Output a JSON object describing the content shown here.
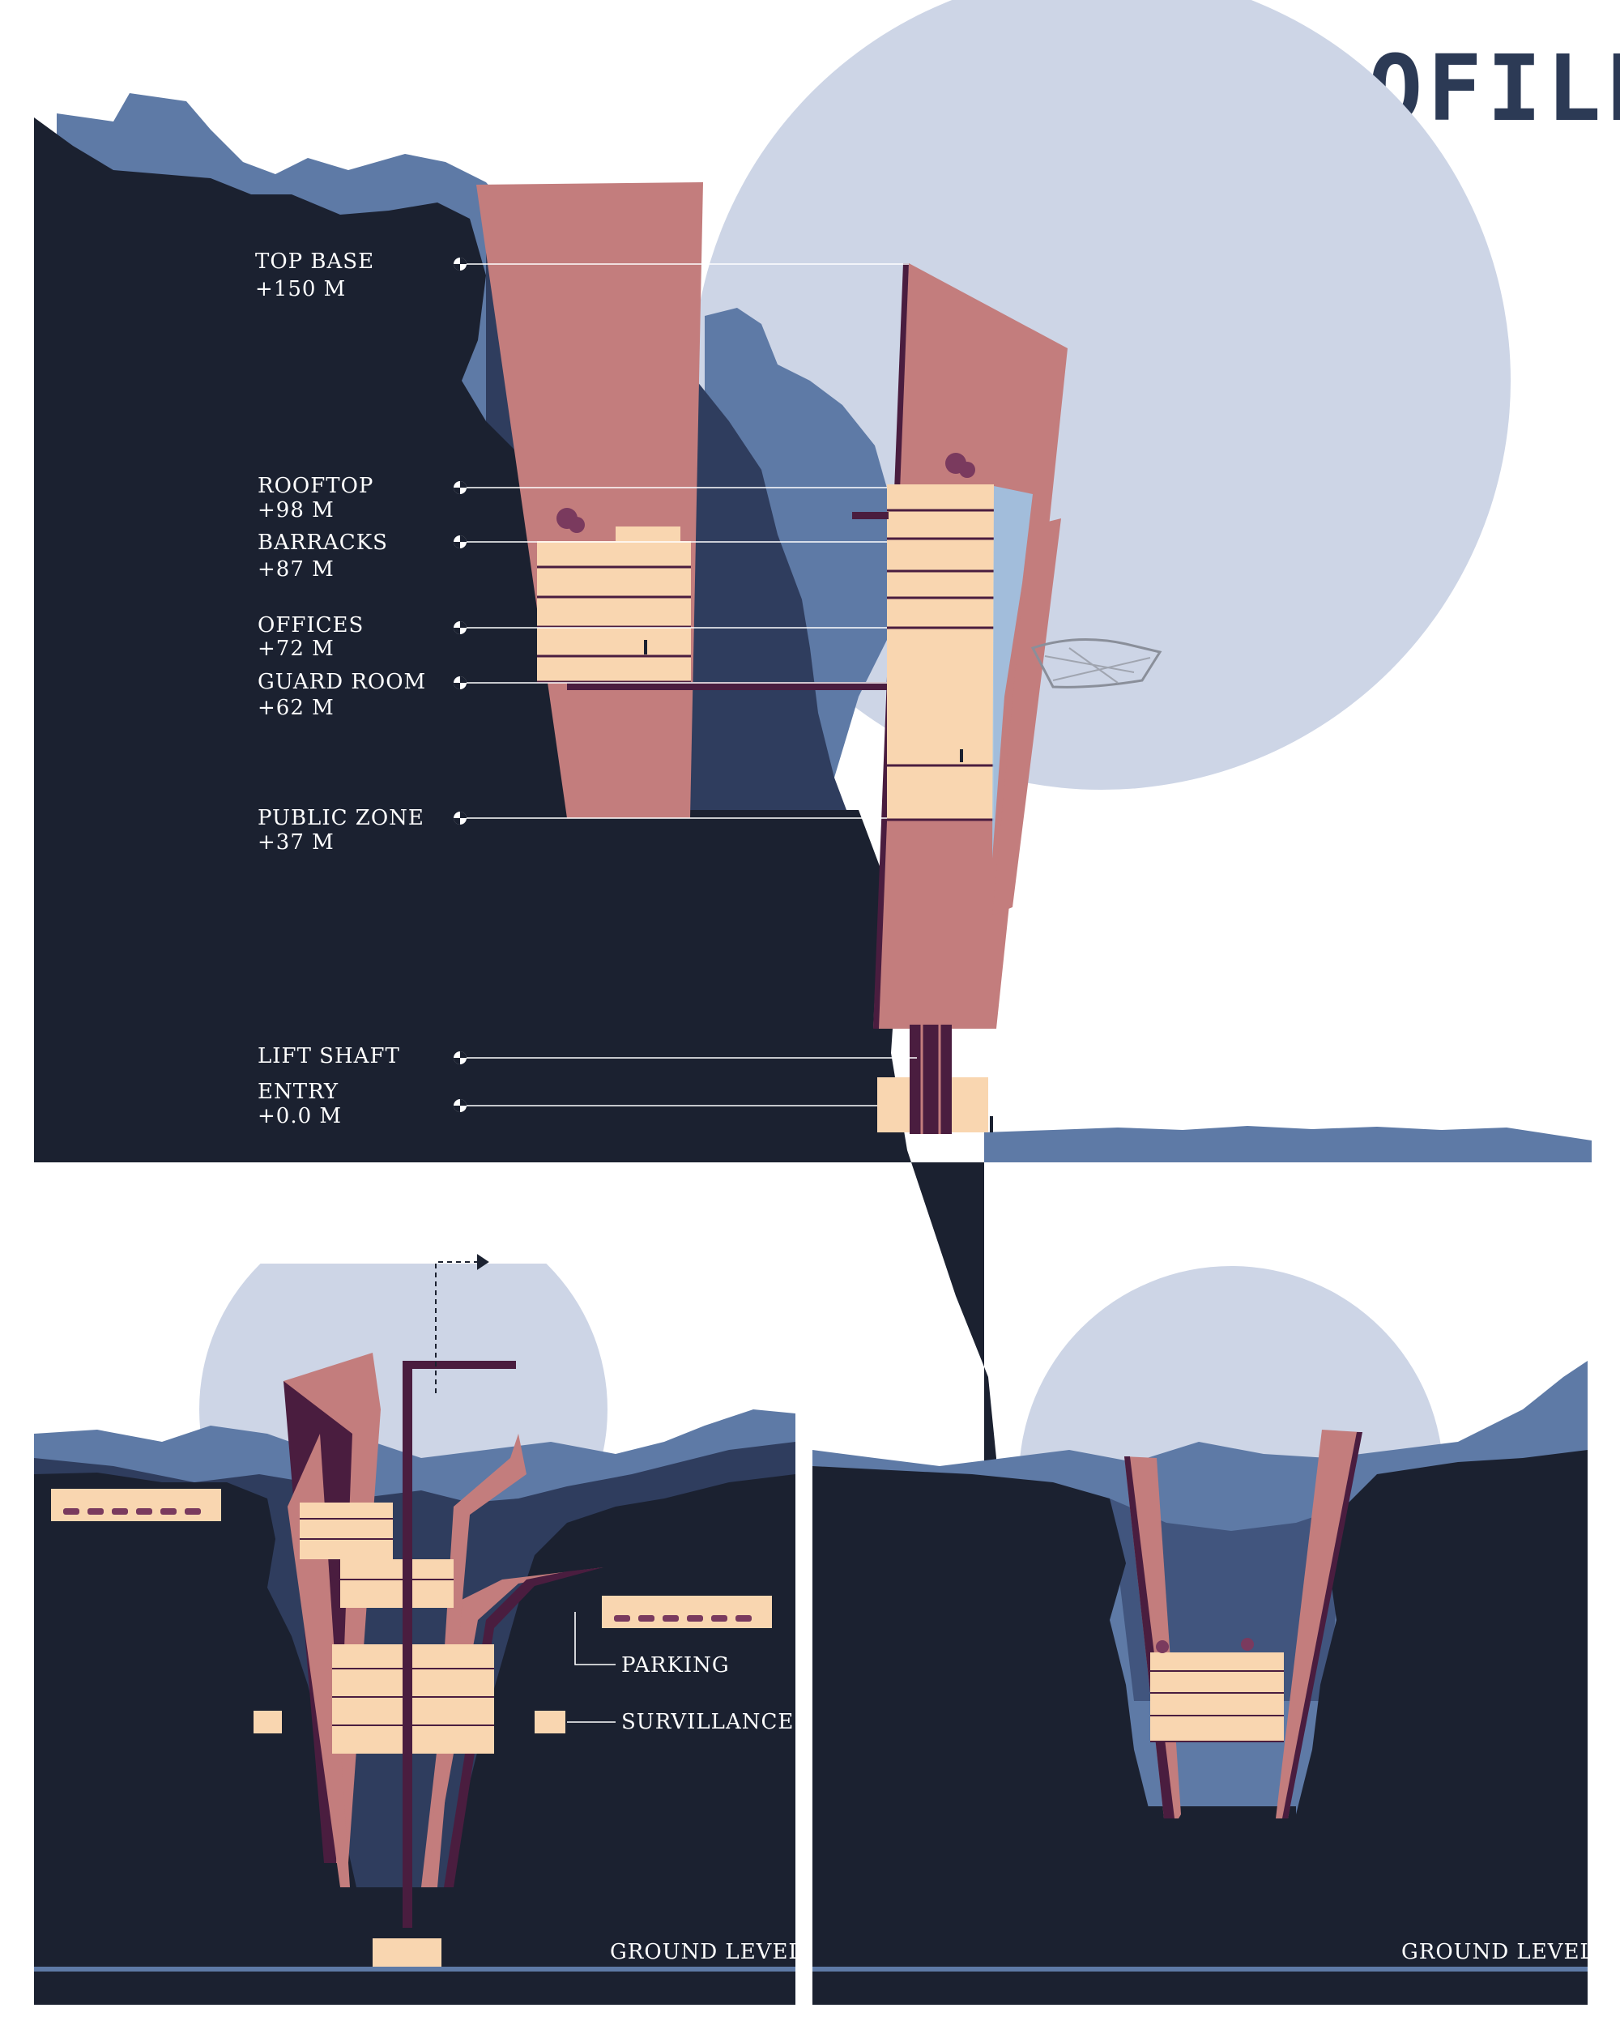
{
  "title": "PROFILES",
  "colors": {
    "rock_dark": "#1b2130",
    "rock_mid": "#2f3d5e",
    "rock_light": "#5e7aa6",
    "moon": "#cdd5e6",
    "pink": "#c37d7d",
    "plum": "#4a1d3f",
    "cream": "#f9d6b0",
    "glass": "#9fc4e6"
  },
  "main_section": {
    "levels": [
      {
        "name": "TOP BASE",
        "elevation": "+150 M"
      },
      {
        "name": "ROOFTOP",
        "elevation": "+98 M"
      },
      {
        "name": "BARRACKS",
        "elevation": "+87 M"
      },
      {
        "name": "OFFICES",
        "elevation": "+72 M"
      },
      {
        "name": "GUARD ROOM",
        "elevation": "+62 M"
      },
      {
        "name": "PUBLIC ZONE",
        "elevation": "+37 M"
      },
      {
        "name": "LIFT SHAFT",
        "elevation": ""
      },
      {
        "name": "ENTRY",
        "elevation": "+0.0 M"
      }
    ]
  },
  "panel_left": {
    "labels": {
      "parking": "PARKING",
      "surveillance": "SURVILLANCE",
      "ground": "GROUND LEVEL"
    }
  },
  "panel_right": {
    "labels": {
      "ground": "GROUND LEVEL"
    }
  },
  "icons": [
    "level-marker-icon",
    "section-arrow-icon",
    "tree-icon",
    "person-icon",
    "car-icon"
  ]
}
